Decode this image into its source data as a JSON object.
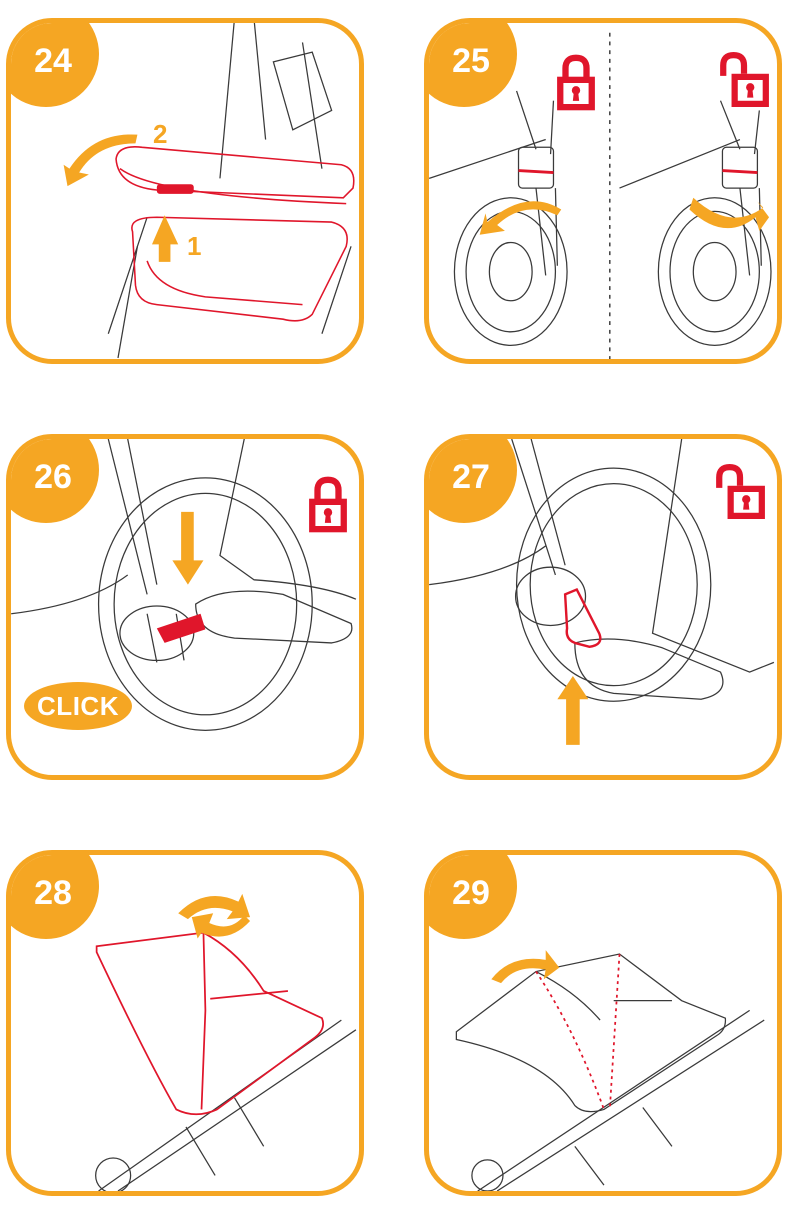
{
  "steps": [
    {
      "number": "24",
      "labels": [
        "1",
        "2"
      ]
    },
    {
      "number": "25"
    },
    {
      "number": "26",
      "click_text": "CLICK"
    },
    {
      "number": "27"
    },
    {
      "number": "28"
    },
    {
      "number": "29"
    }
  ],
  "colors": {
    "accent": "#f5a623",
    "highlight": "#e0162b",
    "line": "#3a3a3a"
  },
  "icons": [
    "lock-closed-icon",
    "lock-open-icon",
    "arrow-icon"
  ]
}
